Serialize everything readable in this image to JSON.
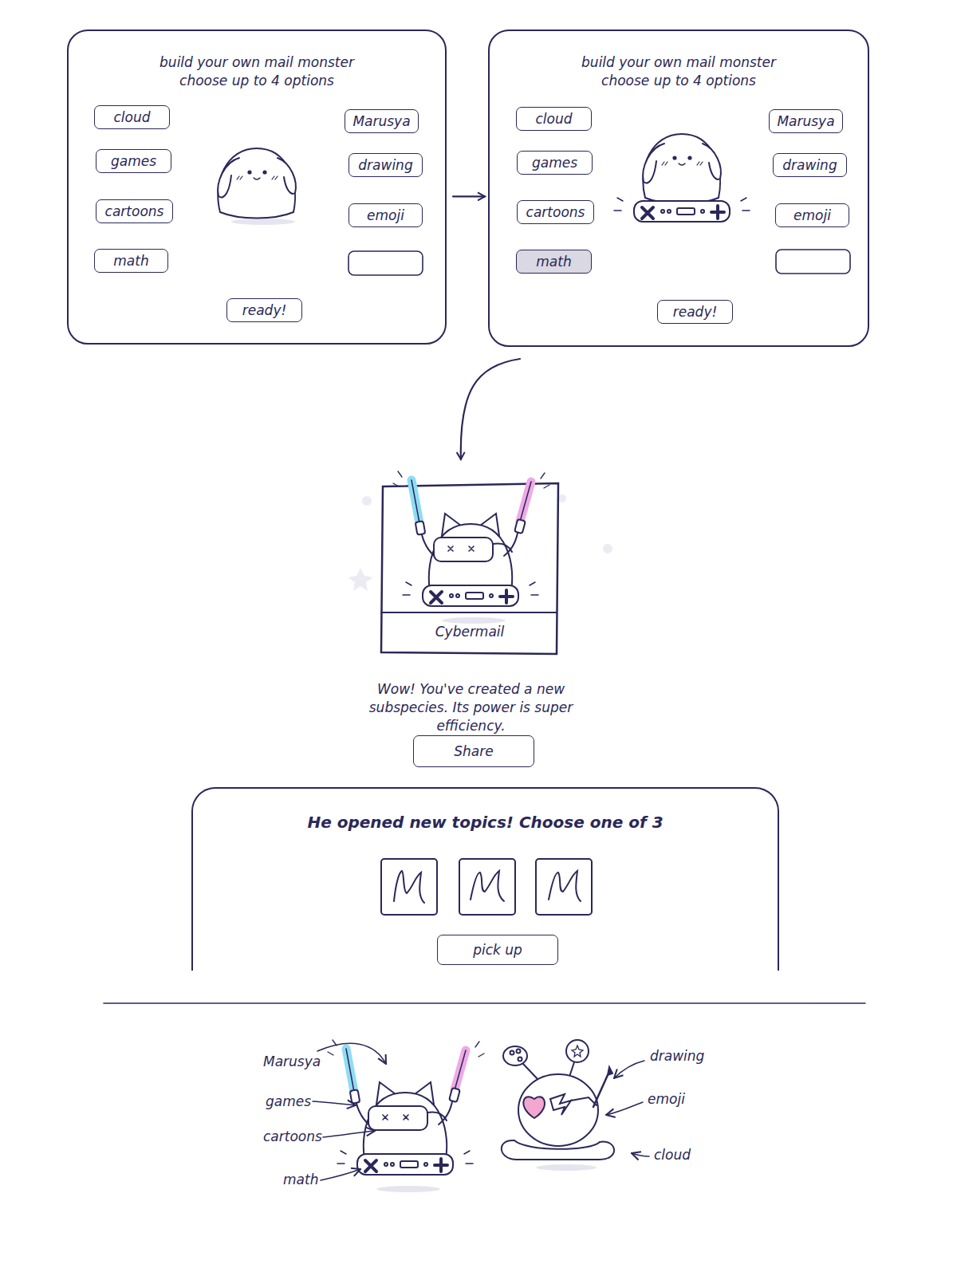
{
  "diagram": {
    "nodes": [
      {
        "text": [
          "build your own mail monster choose up to 4 options"
        ]
      },
      {
        "text": [
          "cloud"
        ],
        "in": 0
      },
      {
        "text": [
          "games"
        ],
        "in": 0
      },
      {
        "text": [
          "cartoons"
        ],
        "in": 0
      },
      {
        "text": [
          "math"
        ],
        "in": 0
      },
      {
        "text": [
          "Marusya"
        ],
        "in": 0
      },
      {
        "text": [
          "drawing"
        ],
        "in": 0
      },
      {
        "text": [
          "emoji"
        ],
        "in": 0
      },
      {
        "text": [
          "ready!"
        ],
        "in": 0
      },
      {
        "text": [
          "build your own mail monster choose up to 4 options"
        ]
      },
      {
        "text": [
          "cloud"
        ],
        "in": 9
      },
      {
        "text": [
          "games"
        ],
        "in": 9
      },
      {
        "text": [
          "cartoons"
        ],
        "in": 9
      },
      {
        "text": [
          "math"
        ],
        "in": 9
      },
      {
        "text": [
          "Marusya"
        ],
        "in": 9
      },
      {
        "text": [
          "drawing"
        ],
        "in": 9
      },
      {
        "text": [
          "emoji"
        ],
        "in": 9
      },
      {
        "text": [
          "ready!"
        ],
        "in": 9
      },
      {
        "text": [
          "Cybermail"
        ]
      },
      {
        "text": [
          "Share"
        ]
      },
      {
        "text": [
          "He opened new topics! Choose one of 3"
        ]
      },
      {
        "text": [
          "pick up"
        ],
        "in": 20
      }
    ],
    "edges": [
      {
        "from": 0,
        "to": 9,
        "arrow": "to"
      },
      {
        "from": 9,
        "to": 18,
        "arrow": "to"
      }
    ],
    "labels": [
      "Wow! You've created a new subspecies. Its power is super efficiency.",
      "Marusya",
      "games",
      "cartoons",
      "math",
      "drawing",
      "emoji",
      "cloud"
    ]
  }
}
